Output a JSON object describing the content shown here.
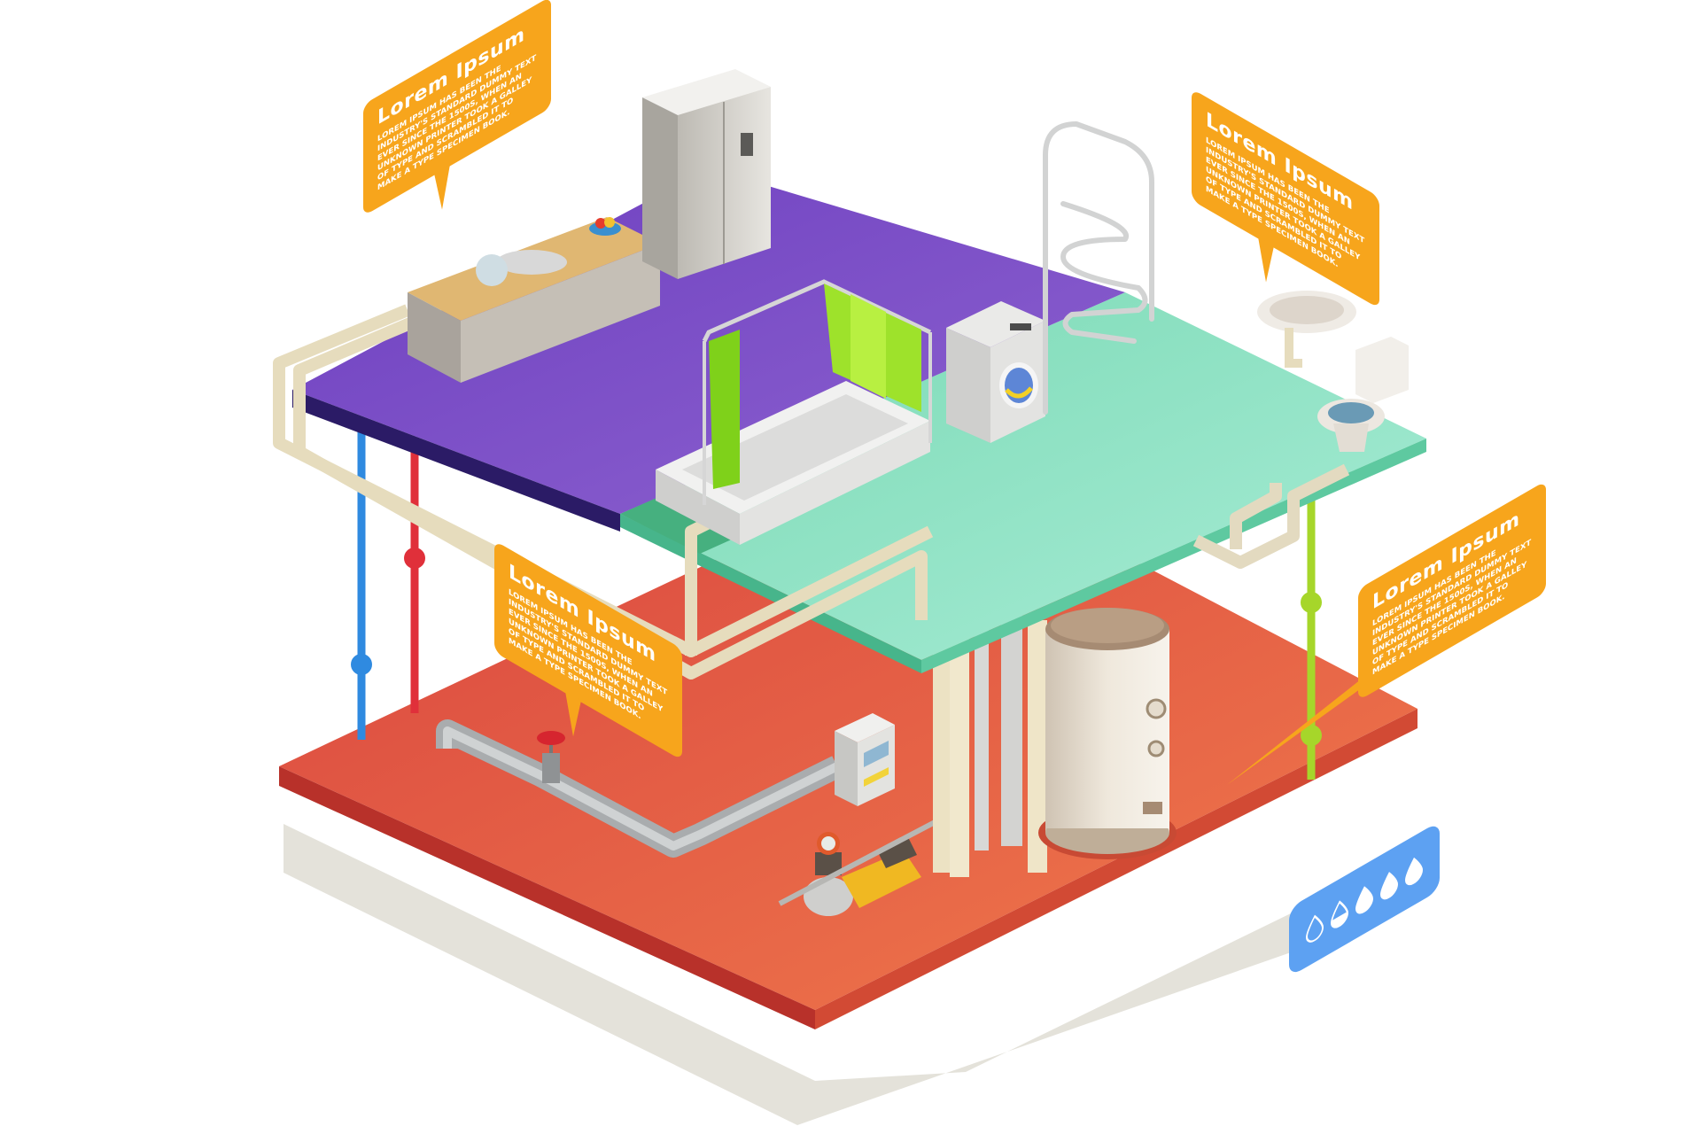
{
  "illustration": {
    "title": "Isometric home plumbing and water supply system",
    "floors": [
      {
        "name": "kitchen-floor",
        "color": "#7b52c4"
      },
      {
        "name": "bathroom-floor",
        "color": "#8fe3c4"
      },
      {
        "name": "basement-floor",
        "color": "#e6594a"
      }
    ],
    "colors": {
      "callout": "#f7a51c",
      "cold_water": "#2f8ae0",
      "hot_water": "#e0303a",
      "drain_line": "#a6d62a",
      "pipe_cream": "#efe6c8",
      "badge": "#5da1f2",
      "shadow": "#e4e2da"
    }
  },
  "callouts": [
    {
      "title": "Lorem Ipsum",
      "body": "Lorem Ipsum has been the industry's standard dummy text ever since the 1500s, when an unknown printer took a galley of type and scrambled it to make a type specimen book."
    },
    {
      "title": "Lorem Ipsum",
      "body": "Lorem Ipsum has been the industry's standard dummy text ever since the 1500s, when an unknown printer took a galley of type and scrambled it to make a type specimen book."
    },
    {
      "title": "Lorem Ipsum",
      "body": "Lorem Ipsum has been the industry's standard dummy text ever since the 1500s, when an unknown printer took a galley of type and scrambled it to make a type specimen book."
    },
    {
      "title": "Lorem Ipsum",
      "body": "Lorem Ipsum has been the industry's standard dummy text ever since the 1500s, when an unknown printer took a galley of type and scrambled it to make a type specimen book."
    }
  ],
  "water_level_badge": {
    "icon": "water-drop-icon",
    "total_drops": 5,
    "drops": [
      "empty",
      "half",
      "full",
      "full",
      "full"
    ]
  },
  "objects": [
    "refrigerator",
    "kitchen-counter-with-sink",
    "fruit-bowl",
    "bathtub",
    "shower-curtain",
    "washing-machine",
    "towel-warmer",
    "washbasin",
    "toilet",
    "water-heater-tank",
    "water-meter-box",
    "pressure-gauge",
    "water-pump",
    "main-valve",
    "supply-pipe"
  ]
}
